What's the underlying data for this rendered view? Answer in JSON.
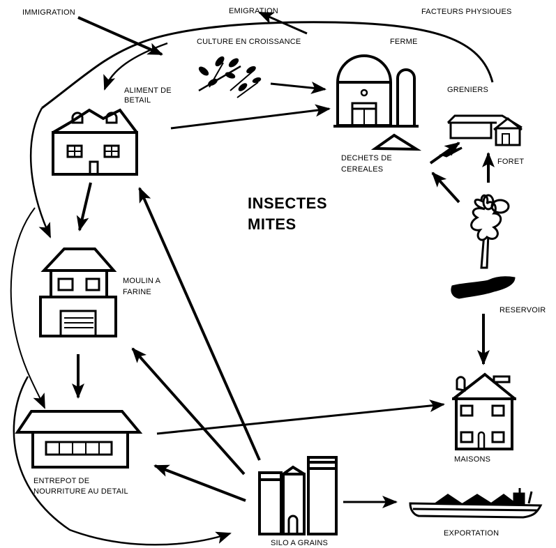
{
  "diagram": {
    "center_title": [
      "INSECTES",
      "MITES"
    ],
    "colors": {
      "ink": "#000000",
      "background": "#ffffff"
    },
    "nodes": {
      "immigration": "IMMIGRATION",
      "emigration": "EMIGRATION",
      "facteurs_physiques": "FACTEURS PHYSIOUES",
      "culture": "CULTURE EN CROISSANCE",
      "ferme": "FERME",
      "aliment_betail": [
        "ALIMENT DE",
        "BETAIL"
      ],
      "greniers": "GRENIERS",
      "dechets": [
        "DECHETS DE",
        "CEREALES"
      ],
      "foret": "FORET",
      "moulin": [
        "MOULIN A",
        "FARINE"
      ],
      "reservoir": "RESERVOIR",
      "entrepot": [
        "ENTREPOT DE",
        "NOURRITURE AU DETAIL"
      ],
      "maisons": "MAISONS",
      "silo": "SILO A GRAINS",
      "exportation": "EXPORTATION"
    },
    "icons": [
      "crop-plants-icon",
      "farm-barn-silo-icon",
      "grain-pile-icon",
      "granary-icon",
      "tree-icon",
      "reservoir-icon",
      "livestock-feed-house-icon",
      "flour-mill-icon",
      "retail-warehouse-icon",
      "house-icon",
      "grain-silo-icon",
      "cargo-ship-icon"
    ]
  }
}
